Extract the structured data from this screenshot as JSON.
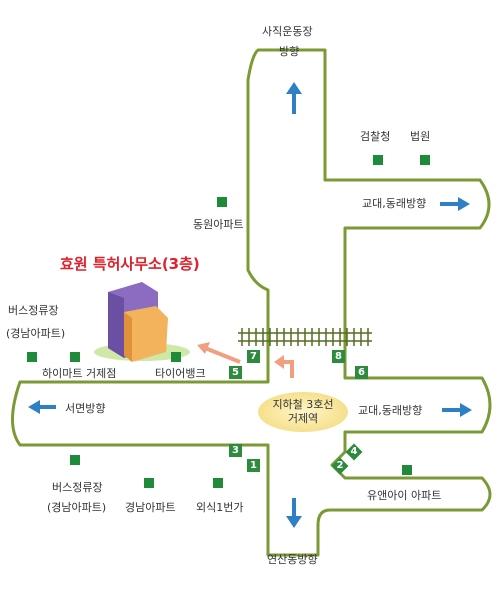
{
  "title": "효원 특허사무소(3층)",
  "station": {
    "line1": "지하철 3호선",
    "line2": "거제역"
  },
  "directions": {
    "north_line1": "사직운동장",
    "north_line2": "방향",
    "east_upper": "교대,동래방향",
    "east_lower": "교대,동래방향",
    "west": "서면방향",
    "south": "연산동방향"
  },
  "landmarks": {
    "prosecutor": "검찰청",
    "court": "법원",
    "dongwon_apt": "동원아파트",
    "bus_stop_nw_line1": "버스정류장",
    "bus_stop_nw_line2": "(경남아파트)",
    "himart": "하이마트 거제점",
    "tire_bank": "타이어뱅크",
    "bus_stop_sw_line1": "버스정류장",
    "bus_stop_sw_line2": "(경남아파트)",
    "gyeongnam_apt": "경남아파트",
    "oesik": "외식1번가",
    "uan_apt": "유앤아이 아파트"
  },
  "exits": [
    "1",
    "2",
    "3",
    "4",
    "5",
    "6",
    "7",
    "8"
  ],
  "colors": {
    "road_border": "#7a9a34",
    "arrow": "#2f7fc4",
    "marker": "#1f8a3a",
    "title": "#e0202a"
  }
}
